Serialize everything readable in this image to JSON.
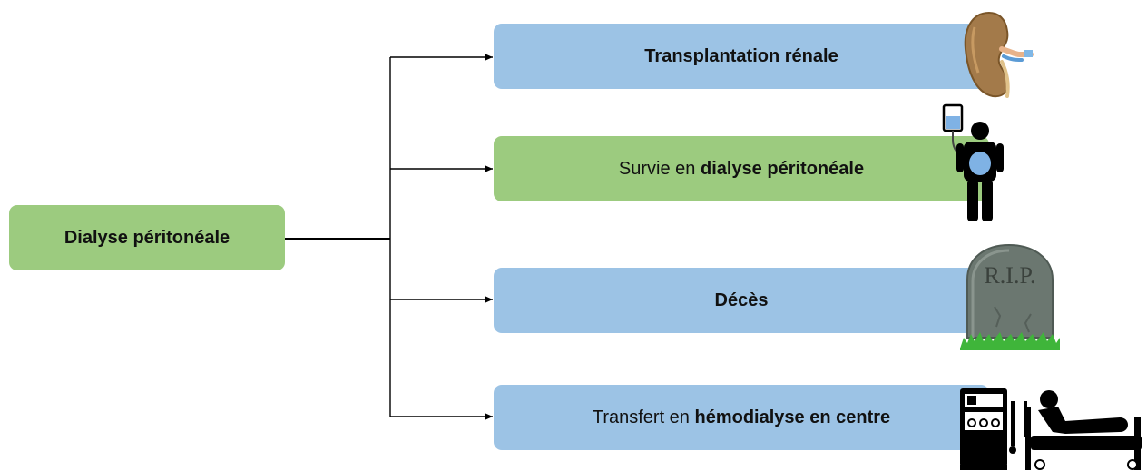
{
  "colors": {
    "source": "#9ccb7f",
    "blue": "#9cc3e5",
    "green": "#9ccb7f",
    "connector": "#000000"
  },
  "source": {
    "label": "Dialyse péritonéale"
  },
  "outcomes": [
    {
      "prefix": "",
      "bold": "Transplantation rénale",
      "color": "blue",
      "icon": "kidney-icon"
    },
    {
      "prefix": "Survie en ",
      "bold": "dialyse péritonéale",
      "color": "green",
      "icon": "peritoneal-dialysis-patient-icon"
    },
    {
      "prefix": "",
      "bold": "Décès",
      "color": "blue",
      "icon": "tombstone-icon"
    },
    {
      "prefix": "Transfert en ",
      "bold": "hémodialyse en centre",
      "color": "blue",
      "icon": "hemodialysis-machine-bed-icon"
    }
  ],
  "tombstone_text": "R.I.P."
}
